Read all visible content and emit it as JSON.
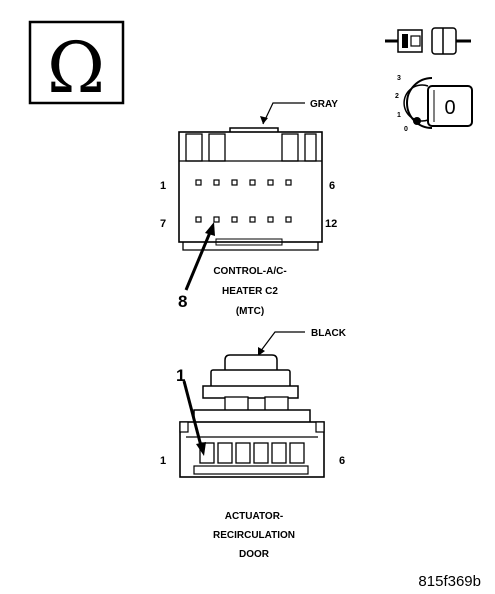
{
  "symbols": {
    "ohm": "Ω",
    "key_position": "0",
    "ignition_positions": [
      "3",
      "2",
      "1",
      "0"
    ]
  },
  "connector_c2": {
    "color_label": "GRAY",
    "pin_top_left": "1",
    "pin_top_right": "6",
    "pin_bottom_left": "7",
    "pin_bottom_right": "12",
    "callout_pin": "8",
    "name_line1": "CONTROL-A/C-",
    "name_line2": "HEATER C2",
    "name_line3": "(MTC)"
  },
  "connector_actuator": {
    "color_label": "BLACK",
    "callout_pin": "1",
    "pin_left": "1",
    "pin_right": "6",
    "name_line1": "ACTUATOR-",
    "name_line2": "RECIRCULATION",
    "name_line3": "DOOR"
  },
  "figure_code": "815f369b"
}
